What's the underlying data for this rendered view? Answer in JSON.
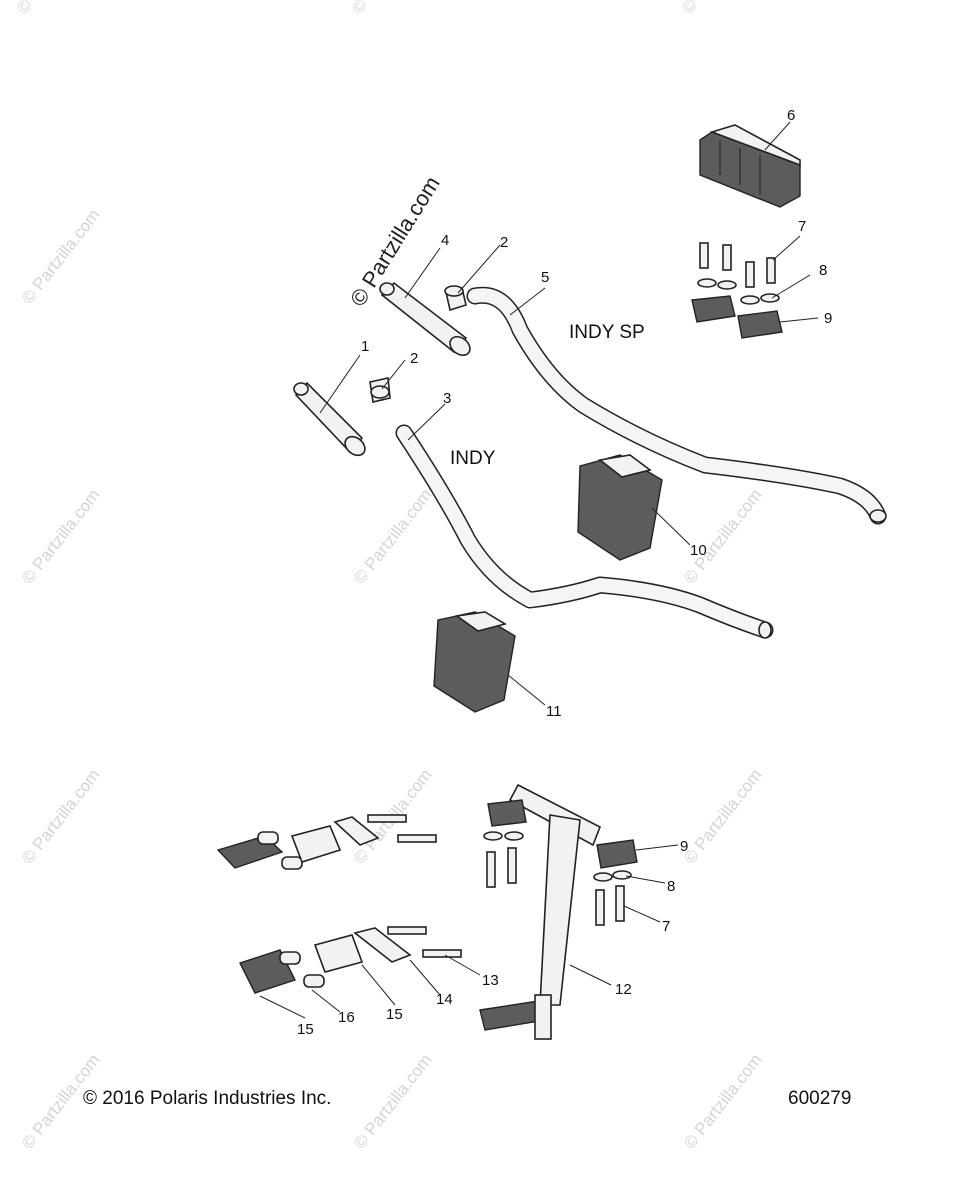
{
  "watermark": {
    "main": "© Partzilla.com",
    "repeat": "© Partzilla.com"
  },
  "variants": {
    "indy_sp": "INDY SP",
    "indy": "INDY"
  },
  "callouts": {
    "c1": "1",
    "c2a": "2",
    "c2b": "2",
    "c3": "3",
    "c4": "4",
    "c5": "5",
    "c6": "6",
    "c7a": "7",
    "c8a": "8",
    "c9a": "9",
    "c10": "10",
    "c11": "11",
    "c9b": "9",
    "c8b": "8",
    "c7b": "7",
    "c12": "12",
    "c13": "13",
    "c14": "14",
    "c15a": "15",
    "c15b": "15",
    "c16": "16"
  },
  "footer": {
    "copyright": "© 2016 Polaris Industries Inc.",
    "diagram_number": "600279"
  }
}
